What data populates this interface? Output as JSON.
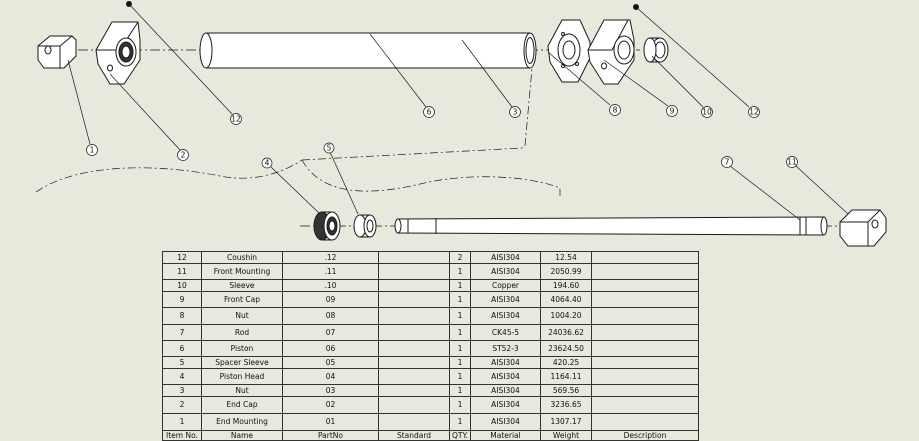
{
  "balloons": {
    "b1": "1",
    "b2": "2",
    "b3": "3",
    "b4": "4",
    "b5": "5",
    "b6": "6",
    "b7": "7",
    "b8": "8",
    "b9": "9",
    "b10": "10",
    "b11": "11",
    "b12a": "12",
    "b12b": "12"
  },
  "bom": {
    "headers": {
      "item": "Item No.",
      "name": "Name",
      "part": "PartNo",
      "standard": "Standard",
      "qty": "QTY.",
      "material": "Material",
      "weight": "Weight",
      "description": "Description"
    },
    "rows": [
      {
        "item": "12",
        "name": "Coushin",
        "part": ".12",
        "standard": "",
        "qty": "2",
        "material": "AISI304",
        "weight": "12.54",
        "description": ""
      },
      {
        "item": "11",
        "name": "Front Mounting",
        "part": ".11",
        "standard": "",
        "qty": "1",
        "material": "AISI304",
        "weight": "2050.99",
        "description": ""
      },
      {
        "item": "10",
        "name": "Sleeve",
        "part": ".10",
        "standard": "",
        "qty": "1",
        "material": "Copper",
        "weight": "194.60",
        "description": ""
      },
      {
        "item": "9",
        "name": "Front Cap",
        "part": "09",
        "standard": "",
        "qty": "1",
        "material": "AISI304",
        "weight": "4064.40",
        "description": ""
      },
      {
        "item": "8",
        "name": "Nut",
        "part": "08",
        "standard": "",
        "qty": "1",
        "material": "AISI304",
        "weight": "1004.20",
        "description": ""
      },
      {
        "item": "7",
        "name": "Rod",
        "part": "07",
        "standard": "",
        "qty": "1",
        "material": "CK45-5",
        "weight": "24036.62",
        "description": ""
      },
      {
        "item": "6",
        "name": "Piston",
        "part": "06",
        "standard": "",
        "qty": "1",
        "material": "ST52-3",
        "weight": "23624.50",
        "description": ""
      },
      {
        "item": "5",
        "name": "Spacer Sleeve",
        "part": "05",
        "standard": "",
        "qty": "1",
        "material": "AISI304",
        "weight": "420.25",
        "description": ""
      },
      {
        "item": "4",
        "name": "Piston Head",
        "part": "04",
        "standard": "",
        "qty": "1",
        "material": "AISI304",
        "weight": "1164.11",
        "description": ""
      },
      {
        "item": "3",
        "name": "Nut",
        "part": "03",
        "standard": "",
        "qty": "1",
        "material": "AISI304",
        "weight": "569.56",
        "description": ""
      },
      {
        "item": "2",
        "name": "End Cap",
        "part": "02",
        "standard": "",
        "qty": "1",
        "material": "AISI304",
        "weight": "3236.65",
        "description": ""
      },
      {
        "item": "1",
        "name": "End Mounting",
        "part": "01",
        "standard": "",
        "qty": "1",
        "material": "AISI304",
        "weight": "1307.17",
        "description": ""
      }
    ]
  }
}
